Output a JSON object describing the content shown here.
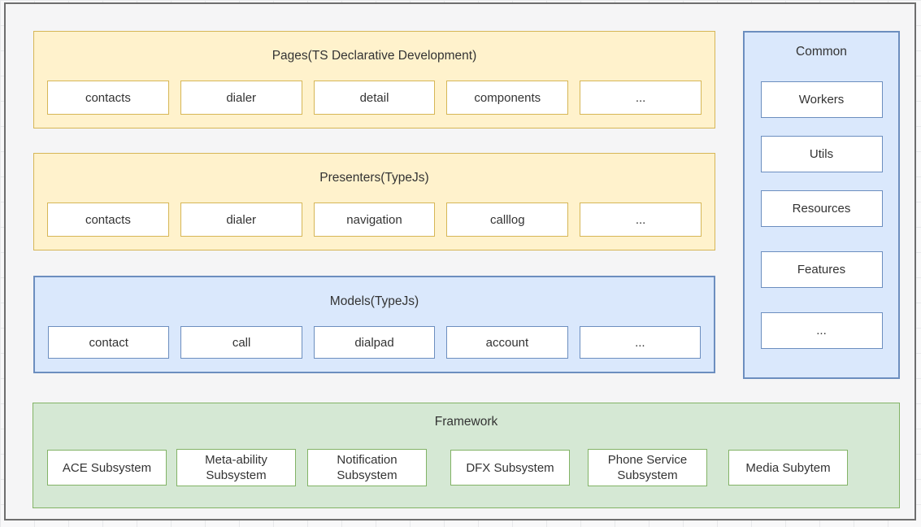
{
  "colors": {
    "yellow-fill": "#fff2cc",
    "yellow-stroke": "#d6b656",
    "blue-fill": "#dae8fc",
    "blue-stroke": "#6c8ebf",
    "green-fill": "#d5e8d4",
    "green-stroke": "#82b366",
    "frame-stroke": "#6e6e6e",
    "canvas-bg": "#f5f5f6",
    "text": "#333333"
  },
  "layers": [
    {
      "id": "pages",
      "title": "Pages(TS Declarative Development)",
      "theme": "yellow",
      "items": [
        "contacts",
        "dialer",
        "detail",
        "components",
        "..."
      ]
    },
    {
      "id": "presenters",
      "title": "Presenters(TypeJs)",
      "theme": "yellow",
      "items": [
        "contacts",
        "dialer",
        "navigation",
        "calllog",
        "..."
      ]
    },
    {
      "id": "models",
      "title": "Models(TypeJs)",
      "theme": "blue",
      "items": [
        "contact",
        "call",
        "dialpad",
        "account",
        "..."
      ]
    }
  ],
  "common": {
    "title": "Common",
    "theme": "blue",
    "items": [
      "Workers",
      "Utils",
      "Resources",
      "Features",
      "..."
    ]
  },
  "framework": {
    "title": "Framework",
    "theme": "green",
    "items": [
      "ACE Subsystem",
      "Meta-ability Subsystem",
      "Notification Subsystem",
      "DFX Subsystem",
      "Phone Service Subsystem",
      "Media Subytem"
    ]
  }
}
